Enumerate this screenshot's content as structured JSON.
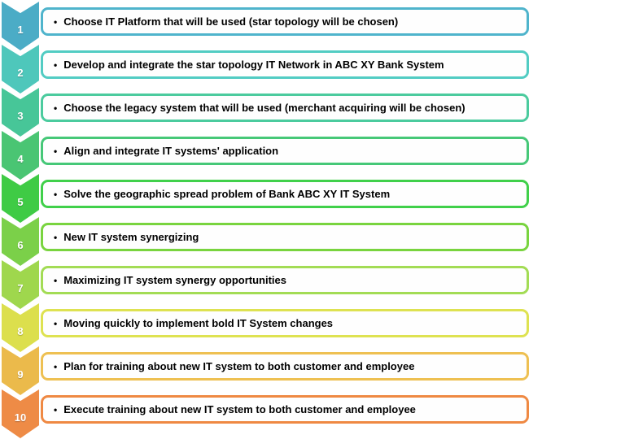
{
  "diagram": {
    "type": "vertical-chevron-list",
    "bullet": "•",
    "steps": [
      {
        "num": "1",
        "text": "Choose IT Platform that will be used (star topology will be chosen)",
        "chevron_color": "#4BACC6",
        "border_color": "#4FB4CC"
      },
      {
        "num": "2",
        "text": "Develop and integrate the star topology IT Network in ABC XY Bank System",
        "chevron_color": "#4EC7BB",
        "border_color": "#52CCC3"
      },
      {
        "num": "3",
        "text": "Choose the legacy system that will be used (merchant acquiring will be chosen)",
        "chevron_color": "#47C698",
        "border_color": "#4BCB9E"
      },
      {
        "num": "4",
        "text": "Align and integrate IT systems' application",
        "chevron_color": "#4AC573",
        "border_color": "#46C878"
      },
      {
        "num": "5",
        "text": "Solve the geographic spread problem of Bank ABC XY IT System",
        "chevron_color": "#3FCB45",
        "border_color": "#40D04A"
      },
      {
        "num": "6",
        "text": "New IT system synergizing",
        "chevron_color": "#7BD049",
        "border_color": "#79D43F"
      },
      {
        "num": "7",
        "text": "Maximizing IT system synergy opportunities",
        "chevron_color": "#9FD74D",
        "border_color": "#A3DC55"
      },
      {
        "num": "8",
        "text": "Moving quickly to implement bold IT System changes",
        "chevron_color": "#DCDF4D",
        "border_color": "#DEE251"
      },
      {
        "num": "9",
        "text": "Plan for training about new IT system to both customer and employee",
        "chevron_color": "#EBBA4B",
        "border_color": "#EEC052"
      },
      {
        "num": "10",
        "text": "Execute training about new IT system to both customer and employee",
        "chevron_color": "#EE8B46",
        "border_color": "#EF8943"
      }
    ]
  }
}
